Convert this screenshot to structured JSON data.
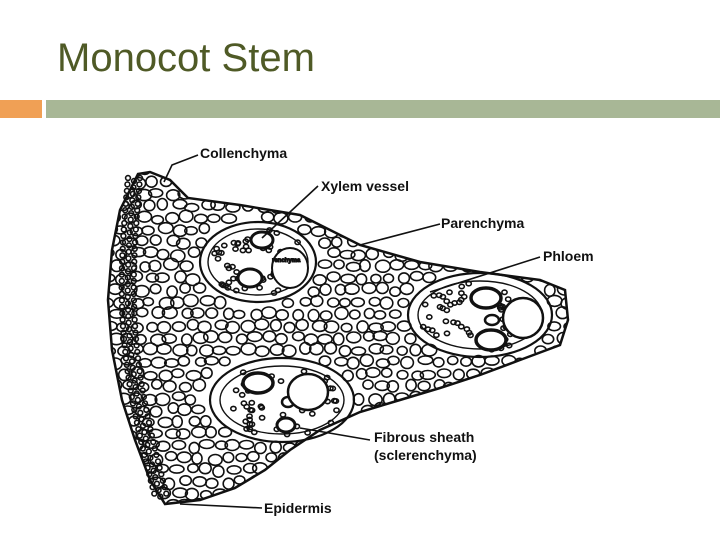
{
  "slide": {
    "title": "Monocot Stem",
    "accent_left": "#f0a055",
    "accent_right": "#a8b796",
    "title_color": "#4f5a26"
  },
  "diagram": {
    "labels": {
      "collenchyma": "Collenchyma",
      "xylem_vessel": "Xylem vessel",
      "parenchyma": "Parenchyma",
      "phloem": "Phloem",
      "fibrous_sheath_1": "Fibrous sheath",
      "fibrous_sheath_2": "(sclerenchyma)",
      "epidermis": "Epidermis",
      "inner_parenchyma": "renchyma"
    }
  }
}
